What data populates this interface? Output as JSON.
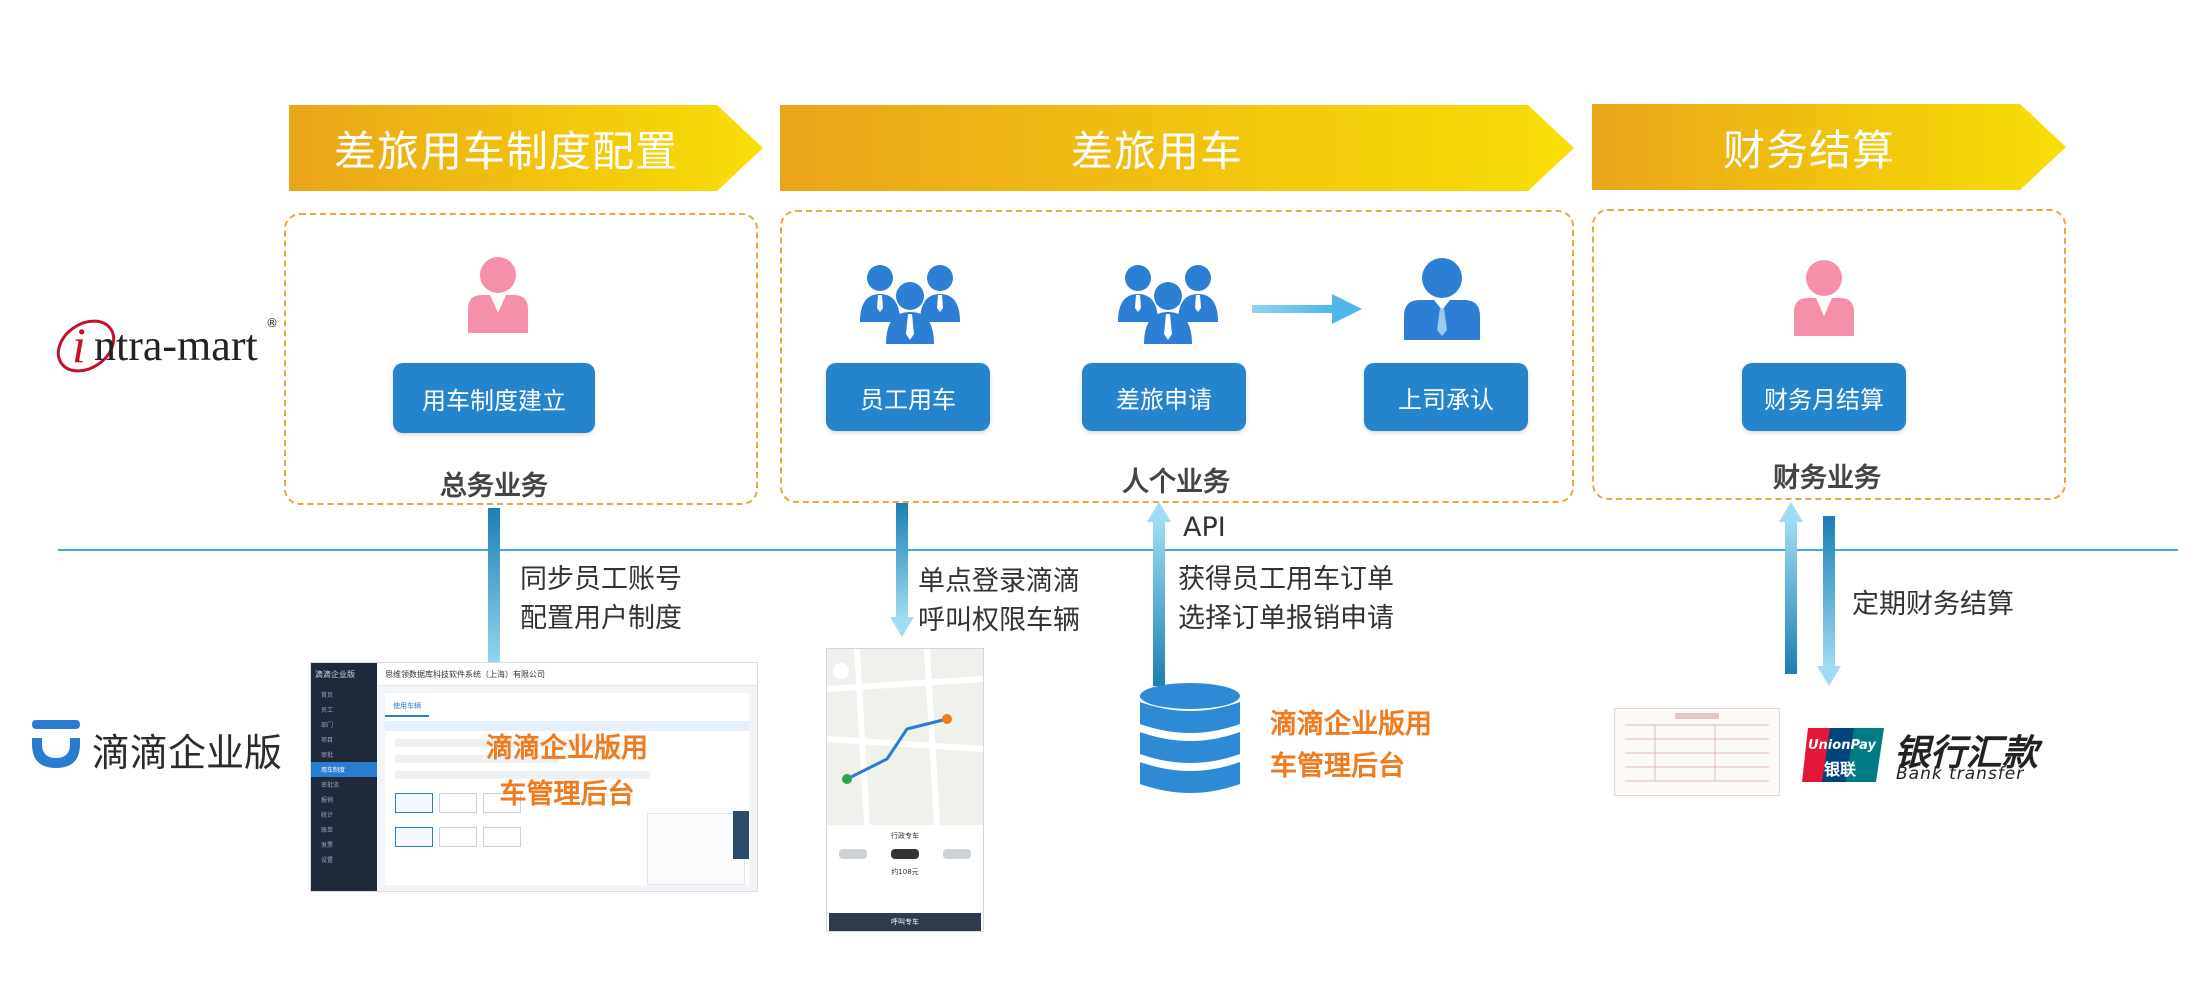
{
  "banners": {
    "config": "差旅用车制度配置",
    "travel": "差旅用车",
    "finance": "财务结算"
  },
  "logos": {
    "intramart_i": "i",
    "intramart_rest": "ntra-mart",
    "intramart_reg": "®",
    "didi": "滴滴企业版",
    "unionpay_top": "UnionPay",
    "unionpay_bottom": "银联",
    "bank_cn": "银行汇款",
    "bank_en": "Bank transfer"
  },
  "buttons": {
    "rule_setup": "用车制度建立",
    "employee_car": "员工用车",
    "travel_request": "差旅申请",
    "boss_approve": "上司承认",
    "monthly_settle": "财务月结算"
  },
  "sections": {
    "general": "总务业务",
    "personal": "人个业务",
    "finance": "财务业务"
  },
  "flows": {
    "sync": "同步员工账号\n配置用户制度",
    "sso": "单点登录滴滴\n呼叫权限车辆",
    "api": "API",
    "orders": "获得员工用车订单\n选择订单报销申请",
    "periodic": "定期财务结算"
  },
  "backend_labels": {
    "left": "滴滴企业版用\n车管理后台",
    "db": "滴滴企业版用\n车管理后台"
  },
  "screenshot_admin": {
    "brand": "滴滴企业版",
    "company": "思维领数据库科技软件系统（上海）有限公司",
    "menu": [
      "首页",
      "员工",
      "部门",
      "项目",
      "审批",
      "用车制度",
      "审批流",
      "报销",
      "统计",
      "账单",
      "发票",
      "设置"
    ],
    "tab": "使用车辆"
  },
  "screenshot_phone": {
    "service": "行政专车",
    "price": "约108元",
    "call_button": "呼叫专车"
  },
  "colors": {
    "banner_start": "#e9a51b",
    "banner_end": "#f8df06",
    "button_blue": "#2584cc",
    "dashed_orange": "#f0a43a",
    "person_pink": "#f590aa",
    "person_blue": "#2c7fd4",
    "divider": "#3fa9d8",
    "highlight_orange": "#f07a1c"
  }
}
